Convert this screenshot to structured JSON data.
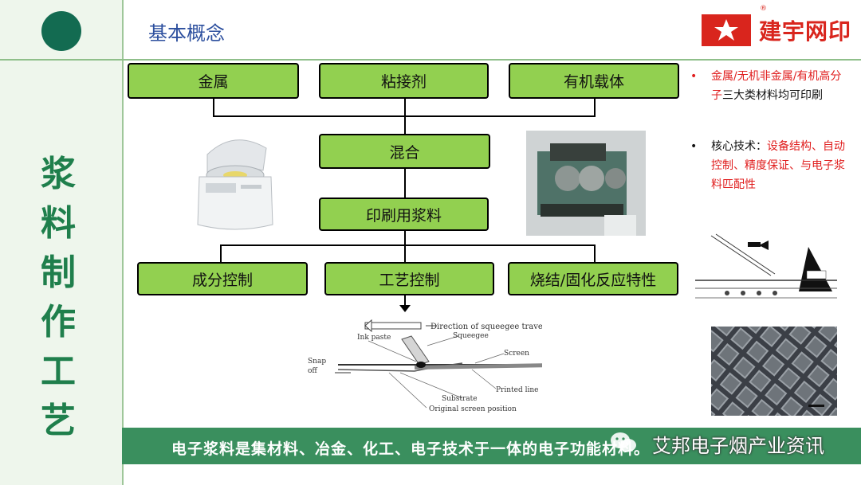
{
  "header": {
    "title": "基本概念"
  },
  "brand": {
    "name": "建宇网印",
    "reg": "®"
  },
  "sidebar": {
    "title_chars": [
      "浆",
      "料",
      "制",
      "作",
      "工",
      "艺"
    ]
  },
  "flow": {
    "inputs": [
      "金属",
      "粘接剂",
      "有机载体"
    ],
    "mix": "混合",
    "product": "印刷用浆料",
    "controls": [
      "成分控制",
      "工艺控制",
      "烧结/固化反应特性"
    ]
  },
  "diagram": {
    "labels": {
      "direction": "Direction of squeegee travel",
      "ink_paste": "Ink paste",
      "squeegee": "Squeegee",
      "screen": "Screen",
      "snap_off": [
        "Snap",
        "off"
      ],
      "printed_line": "Printed line",
      "substrate": "Substrate",
      "original_screen": "Original screen position"
    }
  },
  "notes": {
    "bullet1_red": "金属/无机非金属/有机高分子",
    "bullet1_rest": "三大类材料均可印刷",
    "bullet2_label": "核心技术：",
    "bullet2_red": "设备结构、自动控制、精度保证、与电子浆料匹配性"
  },
  "bottom": {
    "text": "电子浆料是集材料、冶金、化工、电子技术于一体的电子功能材料。",
    "watermark": "艾邦电子烟产业资讯"
  },
  "colors": {
    "box_fill": "#92d050",
    "accent_green": "#1f7f4c",
    "brand_red": "#d9251d",
    "bar_green": "#3a8f5e"
  }
}
